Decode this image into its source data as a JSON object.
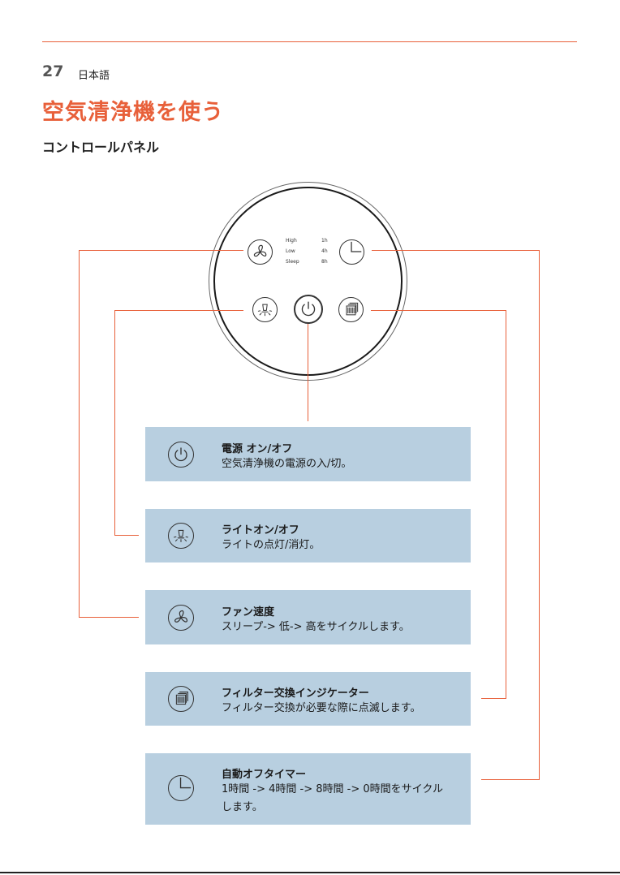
{
  "header": {
    "page_number": "27",
    "language": "日本語"
  },
  "title": "空気清浄機を使う",
  "subtitle": "コントロールパネル",
  "panel": {
    "speed_labels": [
      "High",
      "Low",
      "Sleep"
    ],
    "timer_labels": [
      "1h",
      "4h",
      "8h"
    ]
  },
  "accent_color": "#e8603a",
  "card_color": "#b8cfe0",
  "features": [
    {
      "icon": "power-icon",
      "title": "電源 オン/オフ",
      "description": "空気清浄機の電源の入/切。"
    },
    {
      "icon": "light-icon",
      "title": "ライトオン/オフ",
      "description": "ライトの点灯/消灯。"
    },
    {
      "icon": "fan-icon",
      "title": "ファン速度",
      "description": "スリープ-> 低-> 高をサイクルします。"
    },
    {
      "icon": "filter-icon",
      "title": "フィルター交換インジケーター",
      "description": "フィルター交換が必要な際に点滅します。"
    },
    {
      "icon": "timer-icon",
      "title": "自動オフタイマー",
      "description": "1時間 -> 4時間 -> 8時間 -> 0時間をサイクルします。"
    }
  ]
}
